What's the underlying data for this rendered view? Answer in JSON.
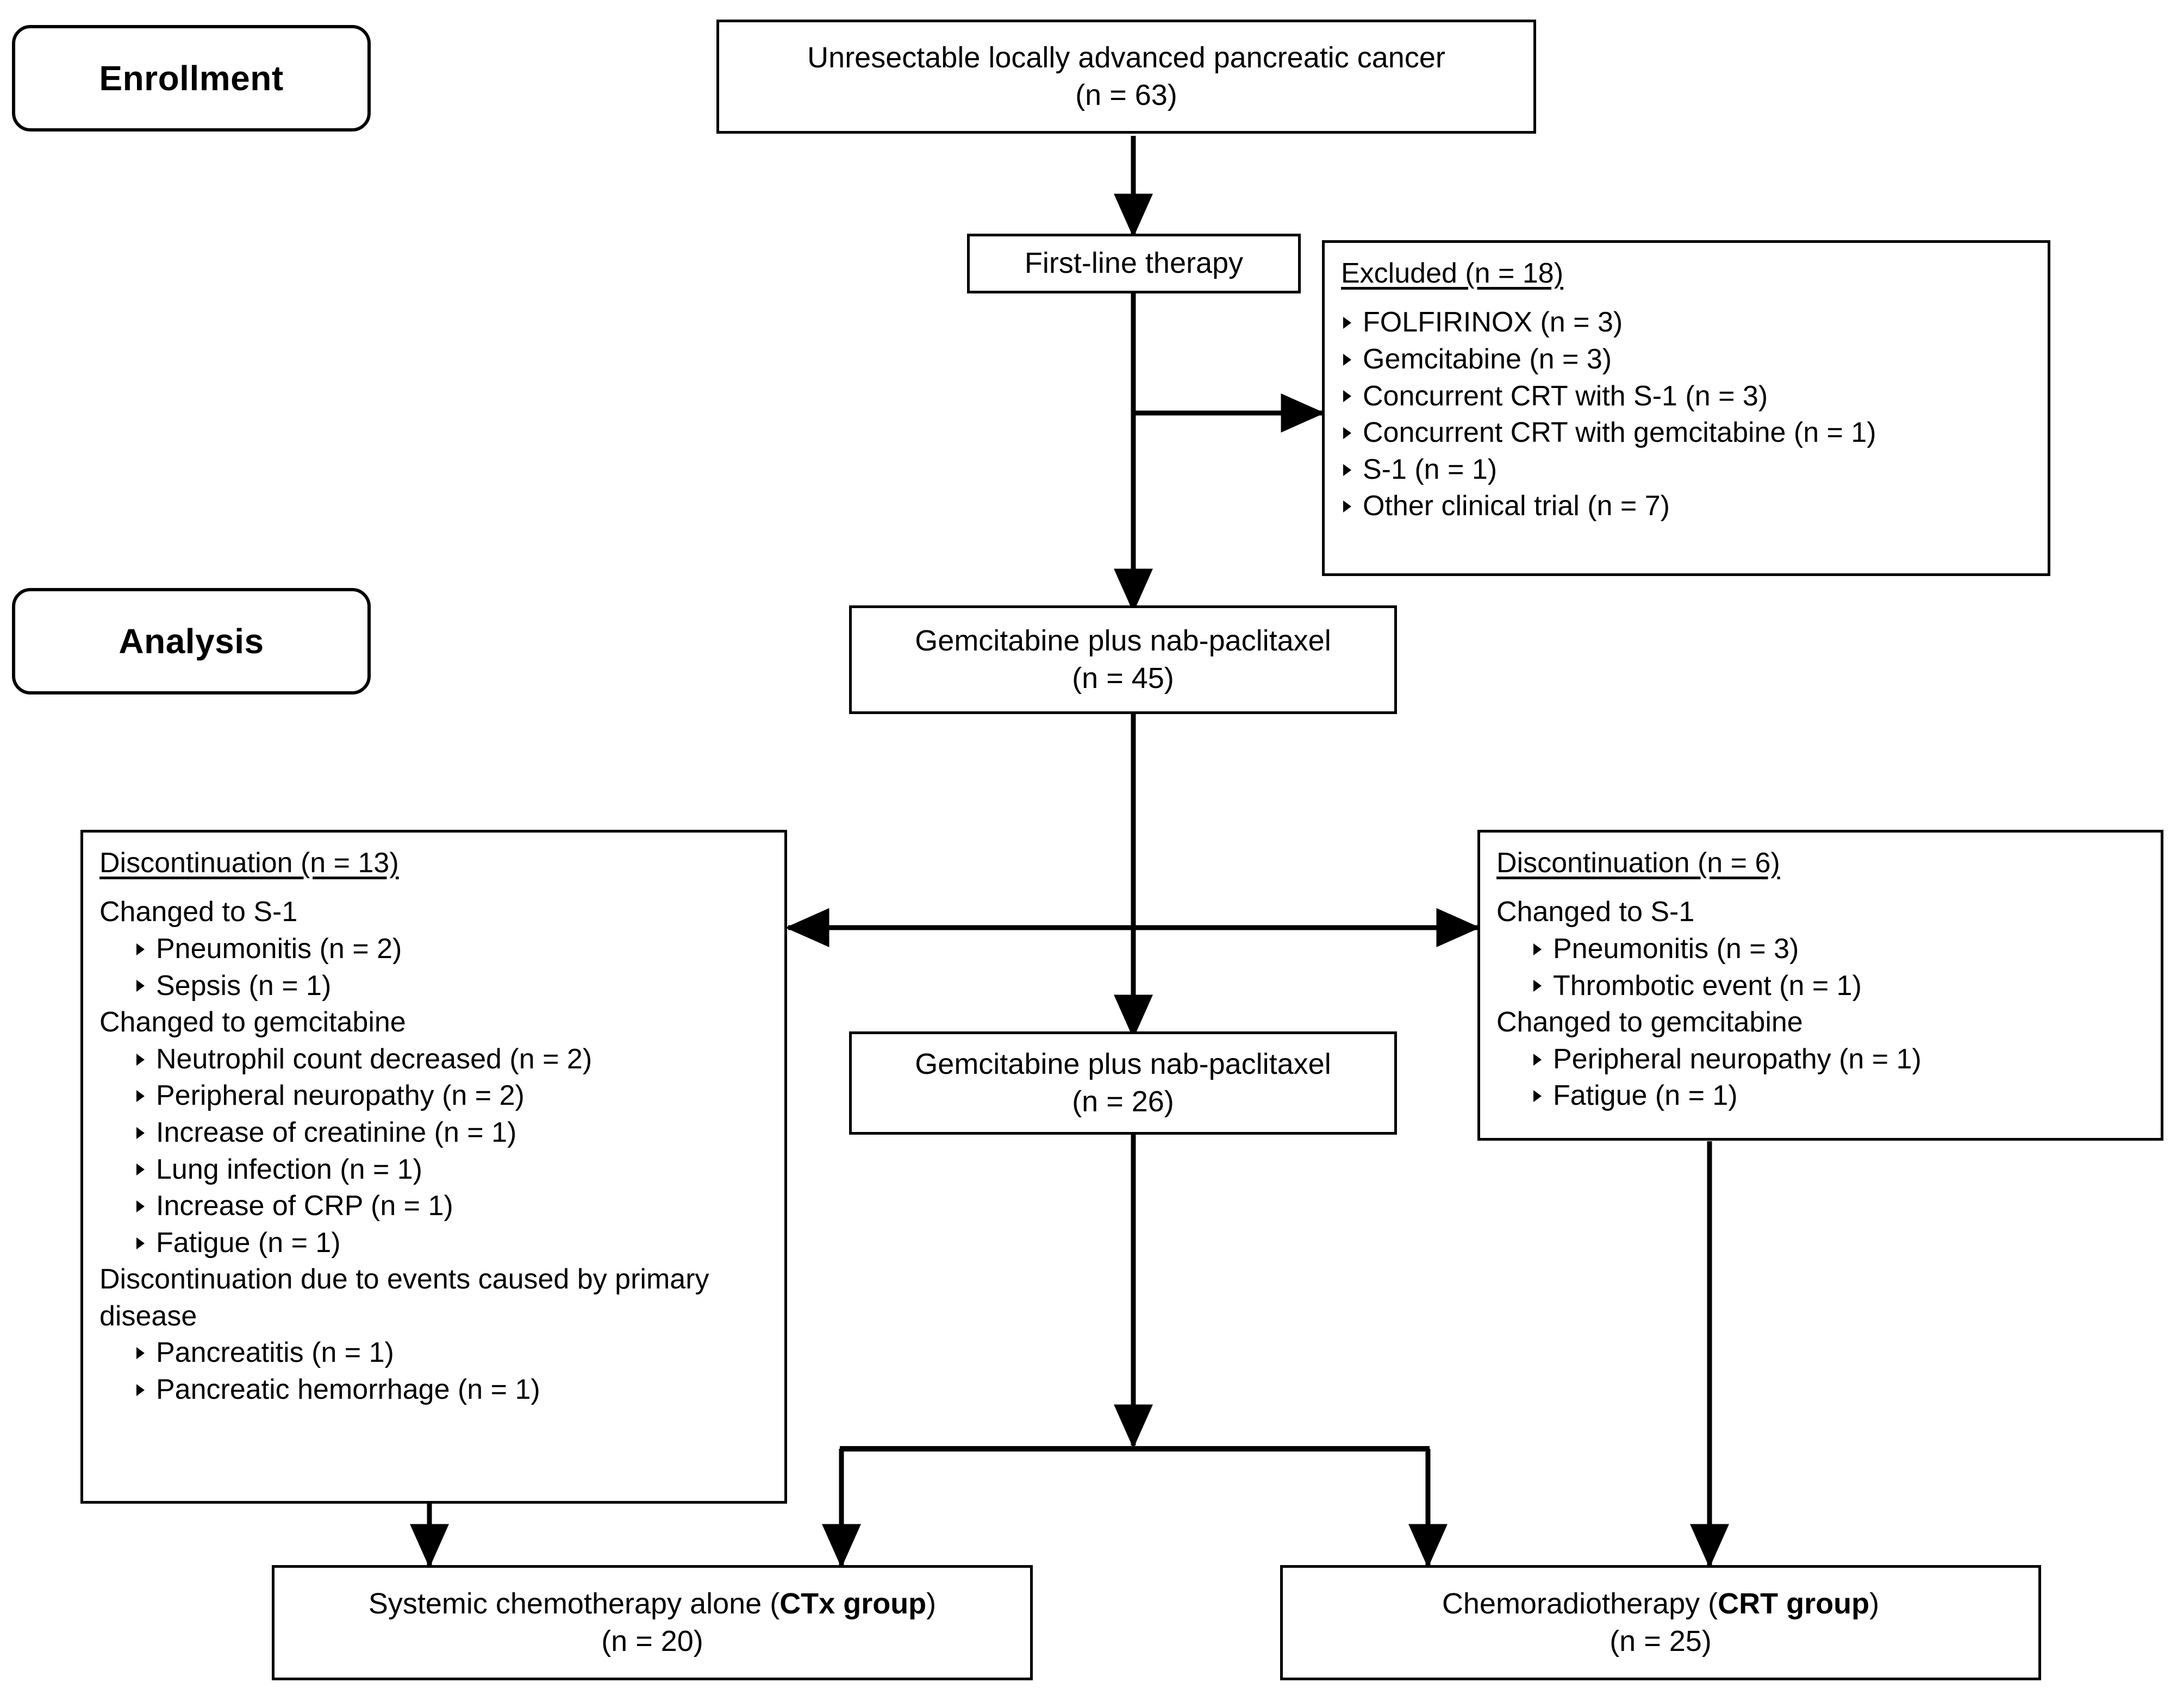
{
  "diagram": {
    "title": "CONSORT-style patient flow diagram",
    "stages": [
      {
        "id": "enrollment",
        "label": "Enrollment"
      },
      {
        "id": "analysis",
        "label": "Analysis"
      }
    ],
    "nodes": {
      "source": {
        "line1": "Unresectable locally advanced pancreatic cancer",
        "line2": "(n = 63)"
      },
      "first_line": {
        "line1": "First-line therapy"
      },
      "cohort45": {
        "line1": "Gemcitabine plus nab-paclitaxel",
        "line2": "(n = 45)"
      },
      "cohort26": {
        "line1": "Gemcitabine plus nab-paclitaxel",
        "line2": "(n = 26)"
      },
      "ctx_group": {
        "line1_a": "Systemic chemotherapy alone (",
        "line1_b": "CTx group",
        "line1_c": ")",
        "line2": "(n = 20)"
      },
      "crt_group": {
        "line1_a": "Chemoradiotherapy (",
        "line1_b": "CRT group",
        "line1_c": ")",
        "line2": "(n = 25)"
      }
    },
    "excluded": {
      "title": "Excluded (n = 18)",
      "items": [
        "FOLFIRINOX  (n = 3)",
        "Gemcitabine (n = 3)",
        "Concurrent CRT with S-1 (n = 3)",
        "Concurrent CRT with gemcitabine (n = 1)",
        "S-1 (n = 1)",
        "Other clinical trial (n = 7)"
      ]
    },
    "discontinuation_left": {
      "title": "Discontinuation (n = 13)",
      "groups": [
        {
          "heading": "Changed to S-1",
          "items": [
            "Pneumonitis (n = 2)",
            "Sepsis (n = 1)"
          ]
        },
        {
          "heading": "Changed to gemcitabine",
          "items": [
            "Neutrophil  count decreased (n = 2)",
            "Peripheral neuropathy (n = 2)",
            "Increase of creatinine (n = 1)",
            "Lung infection (n = 1)",
            "Increase of CRP (n = 1)",
            "Fatigue (n = 1)"
          ]
        },
        {
          "heading": "Discontinuation due to events caused by primary disease",
          "items": [
            "Pancreatitis (n = 1)",
            "Pancreatic hemorrhage (n = 1)"
          ]
        }
      ]
    },
    "discontinuation_right": {
      "title": "Discontinuation (n = 6)",
      "groups": [
        {
          "heading": "Changed to S-1",
          "items": [
            "Pneumonitis (n = 3)",
            "Thrombotic event (n = 1)"
          ]
        },
        {
          "heading": "Changed to gemcitabine",
          "items": [
            "Peripheral neuropathy (n = 1)",
            "Fatigue (n = 1)"
          ]
        }
      ]
    },
    "colors": {
      "stroke": "#000000",
      "background": "#ffffff",
      "text": "#000000"
    }
  }
}
